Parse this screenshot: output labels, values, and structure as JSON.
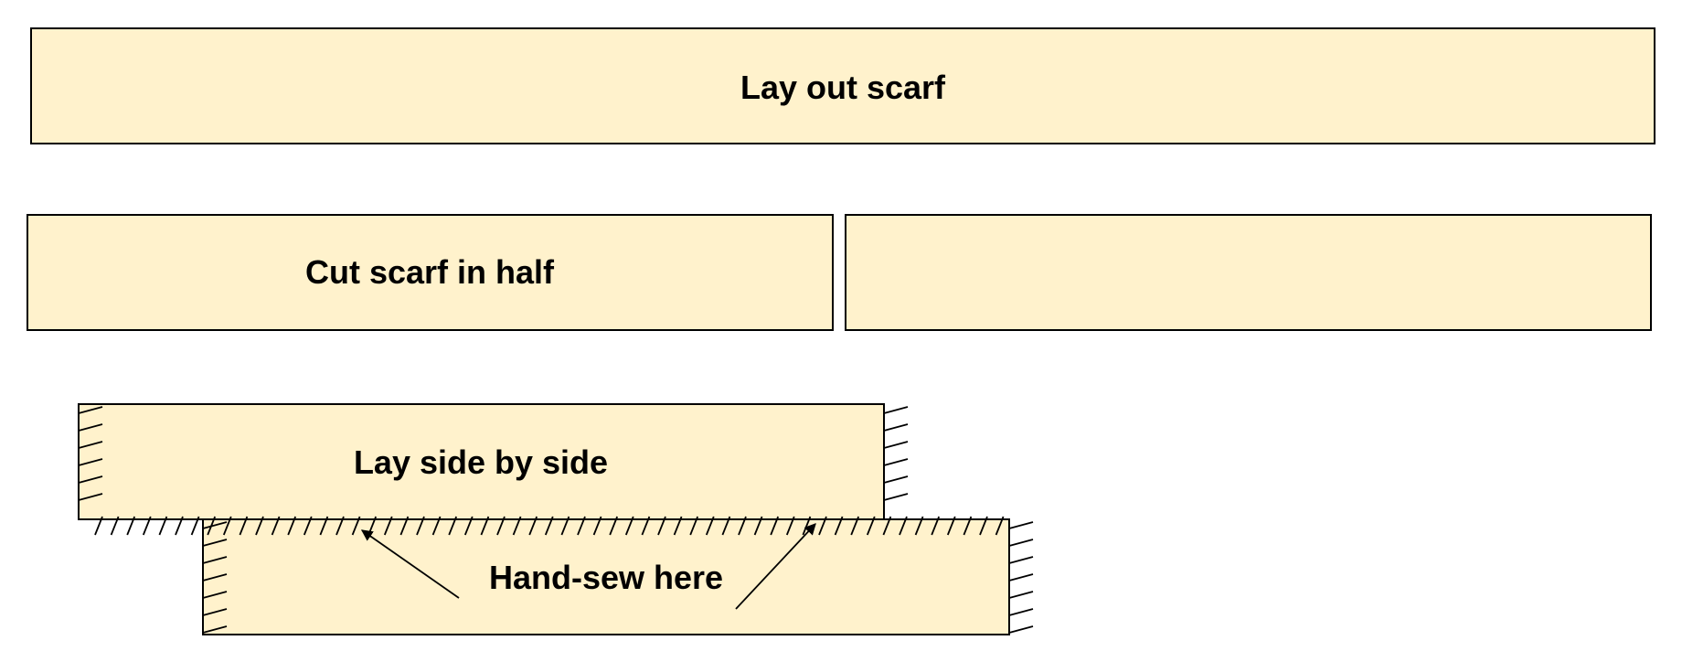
{
  "colors": {
    "panel_fill": "#FFF2CC",
    "stroke": "#000000",
    "background": "#FFFFFF"
  },
  "steps": {
    "lay_out": {
      "label": "Lay out scarf"
    },
    "cut": {
      "label": "Cut scarf in half",
      "right_half_label": ""
    },
    "side_by_side": {
      "label": "Lay side by side"
    },
    "sew": {
      "label": "Hand-sew here"
    }
  }
}
